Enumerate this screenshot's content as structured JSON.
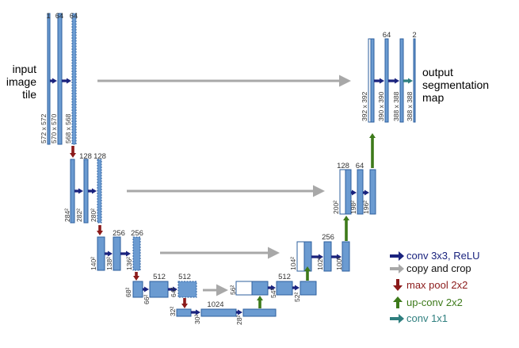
{
  "input_label": [
    "input",
    "image",
    "tile"
  ],
  "output_label": [
    "output",
    "segmentation",
    "map"
  ],
  "channel_labels": [
    "1",
    "64",
    "64",
    "128",
    "128",
    "256",
    "256",
    "512",
    "512",
    "1024",
    "512",
    "256",
    "128",
    "64",
    "64",
    "2"
  ],
  "size_labels": [
    "572 x 572",
    "570 x 570",
    "568 x 568",
    "284²",
    "282²",
    "280²",
    "140²",
    "138²",
    "136²",
    "68²",
    "66²",
    "64²",
    "32²",
    "30²",
    "28²",
    "56²",
    "54²",
    "52²",
    "104²",
    "102²",
    "100²",
    "200²",
    "198²",
    "196²",
    "392 x 392",
    "390 x 390",
    "388 x 388",
    "388 x 388"
  ],
  "legend": [
    {
      "label": "conv 3x3, ReLU",
      "color": "#1a237e",
      "icon": "right-arrow-icon"
    },
    {
      "label": "copy and crop",
      "color": "#a8a8a8",
      "icon": "right-arrow-icon"
    },
    {
      "label": "max pool 2x2",
      "color": "#8b1a1a",
      "icon": "down-arrow-icon"
    },
    {
      "label": "up-conv 2x2",
      "color": "#3d7a1a",
      "icon": "up-arrow-icon"
    },
    {
      "label": "conv 1x1",
      "color": "#2f7f7f",
      "icon": "right-arrow-icon"
    }
  ],
  "colors": {
    "block_fill": "#6b9bd1",
    "block_stroke": "#2c5f9e"
  }
}
